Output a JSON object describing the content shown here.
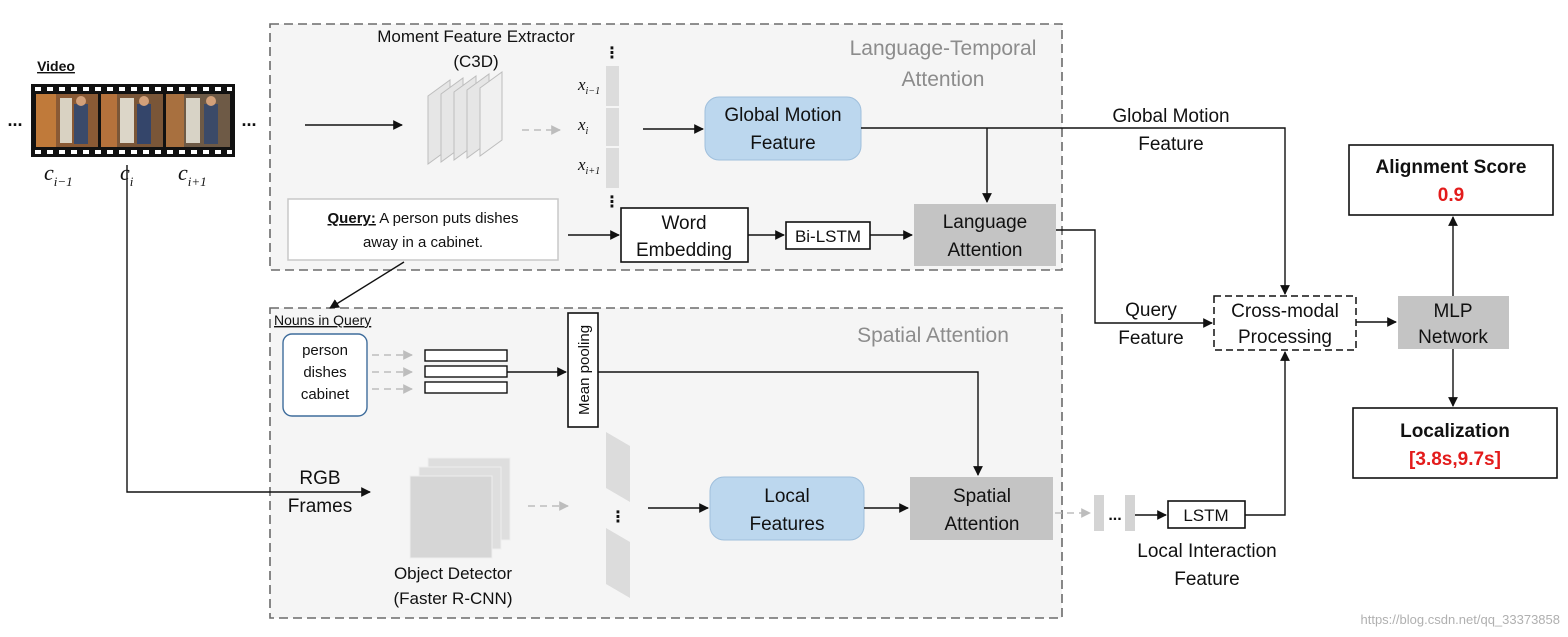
{
  "video": {
    "title": "Video",
    "clip_labels": [
      "c",
      "c",
      "c"
    ],
    "clip_subscripts": [
      "i−1",
      "i",
      "i+1"
    ],
    "ellipsis": "..."
  },
  "language_temporal": {
    "panel_title_line1": "Language-Temporal",
    "panel_title_line2": "Attention",
    "extractor_line1": "Moment Feature Extractor",
    "extractor_line2": "(C3D)",
    "feature_labels": [
      "x",
      "x",
      "x"
    ],
    "feature_subscripts": [
      "i−1",
      "i",
      "i+1"
    ],
    "vdots": "⋮",
    "global_motion_line1": "Global Motion",
    "global_motion_line2": "Feature",
    "query_label": "Query:",
    "query_text_line1": "A person puts dishes",
    "query_text_line2": "away in a cabinet.",
    "word_embedding_line1": "Word",
    "word_embedding_line2": "Embedding",
    "bilstm": "Bi-LSTM",
    "lang_attention_line1": "Language",
    "lang_attention_line2": "Attention"
  },
  "spatial": {
    "panel_title": "Spatial Attention",
    "nouns_title": "Nouns in Query",
    "nouns": [
      "person",
      "dishes",
      "cabinet"
    ],
    "mean_pooling": "Mean pooling",
    "rgb_line1": "RGB",
    "rgb_line2": "Frames",
    "detector_line1": "Object Detector",
    "detector_line2": "(Faster R-CNN)",
    "local_features_line1": "Local",
    "local_features_line2": "Features",
    "spatial_attention_line1": "Spatial",
    "spatial_attention_line2": "Attention"
  },
  "right": {
    "global_motion_line1": "Global Motion",
    "global_motion_line2": "Feature",
    "query_feature_line1": "Query",
    "query_feature_line2": "Feature",
    "cross_modal_line1": "Cross-modal",
    "cross_modal_line2": "Processing",
    "mlp_line1": "MLP",
    "mlp_line2": "Network",
    "alignment_title": "Alignment  Score",
    "alignment_value": "0.9",
    "localization_title": "Localization",
    "localization_value": "[3.8s,9.7s]",
    "lstm": "LSTM",
    "local_interaction_line1": "Local Interaction",
    "local_interaction_line2": "Feature",
    "ellipsis": "..."
  },
  "watermark": "https://blog.csdn.net/qq_33373858",
  "colors": {
    "feature_box": "#bcd7ee",
    "attention_box": "#c4c4c4",
    "highlight": "#e31b1b"
  }
}
